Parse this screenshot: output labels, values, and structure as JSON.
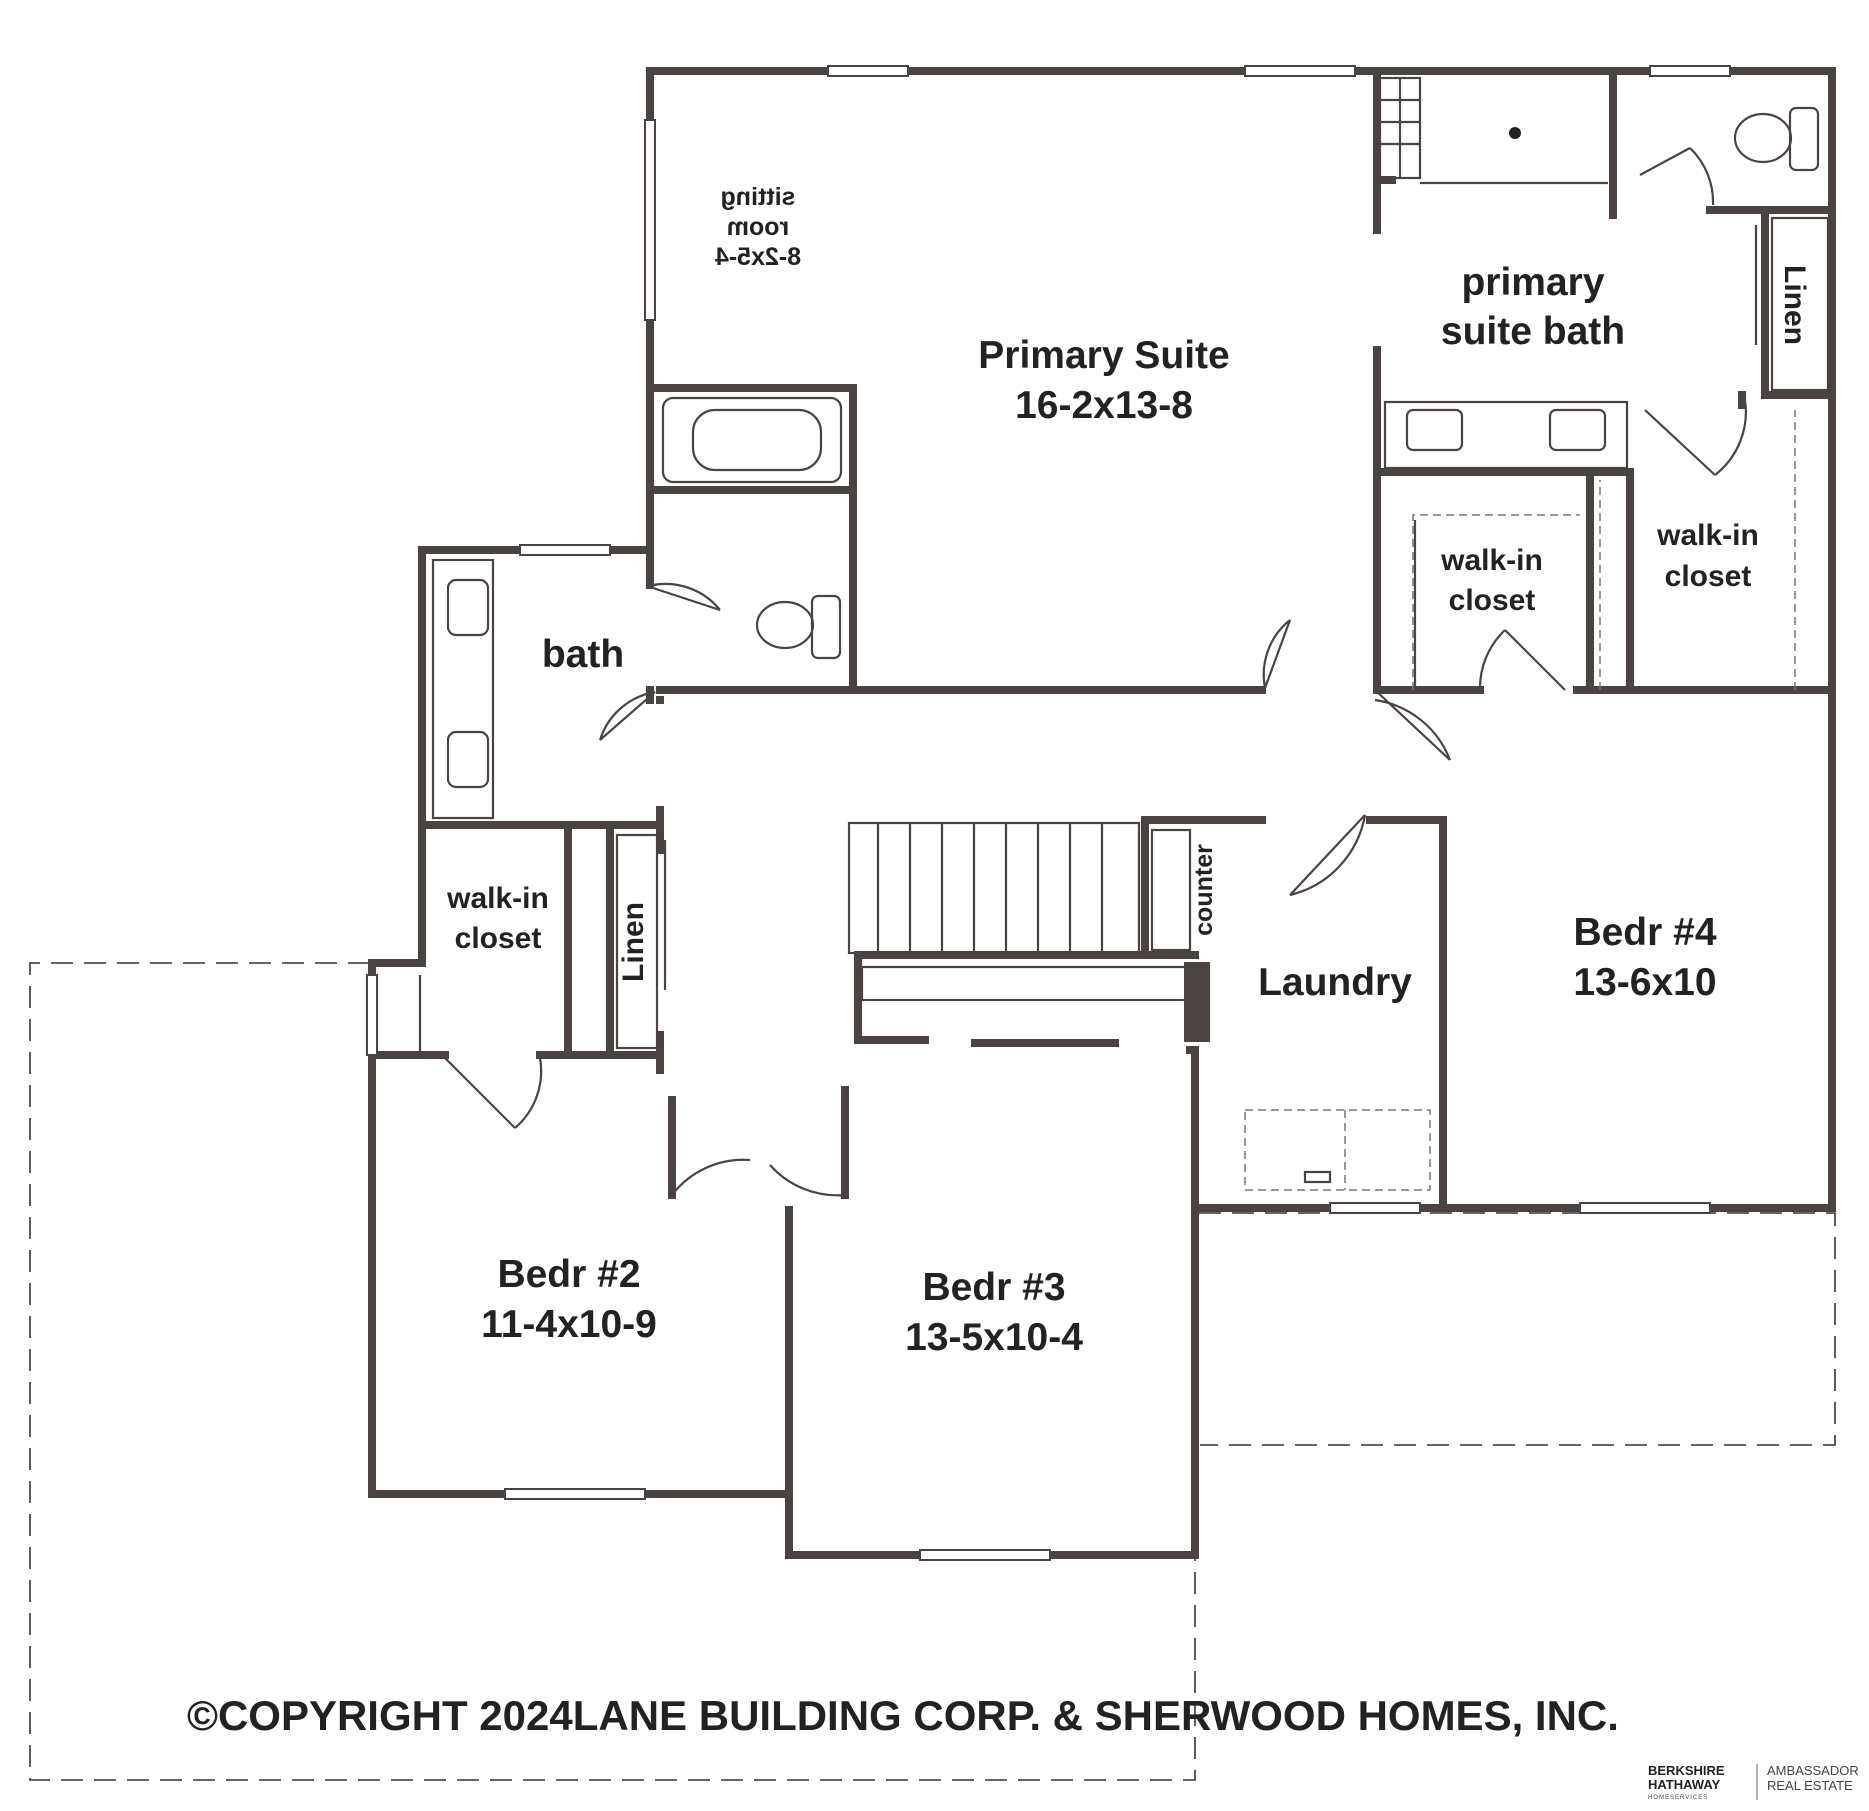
{
  "rooms": {
    "sitting": {
      "line1": "sitting",
      "line2": "room",
      "dims": "8-2x5-4"
    },
    "primary_suite": {
      "name": "Primary Suite",
      "dims": "16-2x13-8"
    },
    "primary_bath": {
      "line1": "primary",
      "line2": "suite bath"
    },
    "linen_right": "Linen",
    "walkin_center": {
      "line1": "walk-in",
      "line2": "closet"
    },
    "walkin_right": {
      "line1": "walk-in",
      "line2": "closet"
    },
    "bath": "bath",
    "walkin_left": {
      "line1": "walk-in",
      "line2": "closet"
    },
    "linen_left": "Linen",
    "counter": "counter",
    "laundry": "Laundry",
    "bedr4": {
      "name": "Bedr #4",
      "dims": "13-6x10"
    },
    "bedr2": {
      "name": "Bedr #2",
      "dims": "11-4x10-9"
    },
    "bedr3": {
      "name": "Bedr #3",
      "dims": "13-5x10-4"
    }
  },
  "copyright": "©COPYRIGHT 2024LANE BUILDING CORP. & SHERWOOD HOMES, INC.",
  "logo": {
    "brand_line1": "BERKSHIRE",
    "brand_line2": "HATHAWAY",
    "brand_line3": "HOMESERVICES",
    "agency_line1": "AMBASSADOR",
    "agency_line2": "REAL ESTATE"
  },
  "colors": {
    "wall": "#4a4341",
    "text": "#222222",
    "background": "#ffffff"
  }
}
